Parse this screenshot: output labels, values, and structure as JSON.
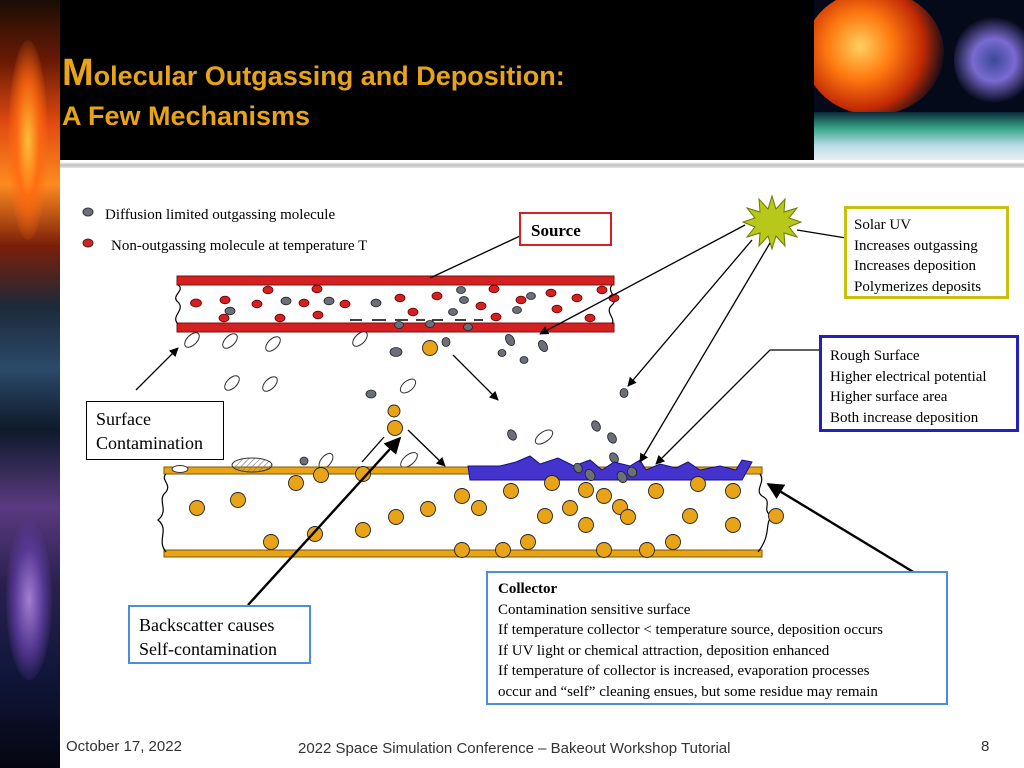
{
  "title": {
    "initial": "M",
    "line1_rest": "olecular Outgassing and Deposition:",
    "line2": "A Few Mechanisms"
  },
  "colors": {
    "title": "#e8a317",
    "red_molecule": "#d42020",
    "gray_molecule": "#6a6f78",
    "gold_molecule": "#e8a317",
    "deposit": "#4433cc",
    "uv_star": "#b8c81a"
  },
  "legend": [
    {
      "marker": "gray-dot",
      "label": "Diffusion limited outgassing molecule"
    },
    {
      "marker": "red-dot",
      "label": "Non-outgassing molecule at temperature T"
    }
  ],
  "source_label": "Source",
  "solar_uv_box": [
    "Solar UV",
    "Increases outgassing",
    "Increases deposition",
    "Polymerizes deposits"
  ],
  "rough_surface_box": [
    "Rough Surface",
    "Higher electrical potential",
    "Higher surface area",
    "Both increase deposition"
  ],
  "surface_contamination_box": [
    "Surface",
    "Contamination"
  ],
  "backscatter_box": [
    "Backscatter causes",
    "Self-contamination"
  ],
  "collector_box": {
    "title": "Collector",
    "lines": [
      "Contamination sensitive surface",
      "If temperature collector < temperature source, deposition occurs",
      "If UV light or chemical attraction, deposition enhanced",
      "If temperature of collector is increased, evaporation processes",
      "occur and “self” cleaning ensues, but some residue may remain"
    ]
  },
  "footer": {
    "date": "October 17, 2022",
    "conference": "2022 Space Simulation Conference – Bakeout Workshop Tutorial",
    "page": "8"
  }
}
